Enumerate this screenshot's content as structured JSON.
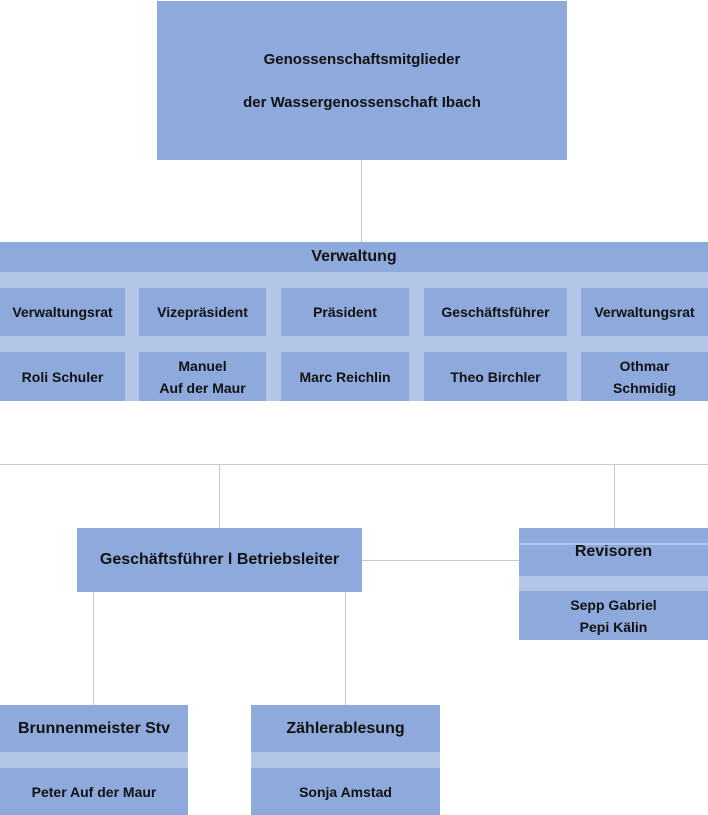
{
  "top": {
    "line1": "Genossenschaftsmitglieder",
    "line2": "der Wassergenossenschaft Ibach"
  },
  "verwaltung": {
    "title": "Verwaltung",
    "roles": [
      "Verwaltungsrat",
      "Vizepräsident",
      "Präsident",
      "Geschäftsführer",
      "Verwaltungsrat"
    ],
    "names": [
      "Roli Schuler",
      "Manuel\nAuf der Maur",
      "Marc Reichlin",
      "Theo Birchler",
      "Othmar\nSchmidig"
    ]
  },
  "gf": {
    "title": "Geschäftsführer l Betriebsleiter"
  },
  "revisoren": {
    "title": "Revisoren",
    "names": "Sepp Gabriel\nPepi Kälin"
  },
  "brunnen": {
    "title": "Brunnenmeister Stv",
    "name": "Peter Auf der Maur"
  },
  "zaehler": {
    "title": "Zählerablesung",
    "name": "Sonja Amstad"
  }
}
